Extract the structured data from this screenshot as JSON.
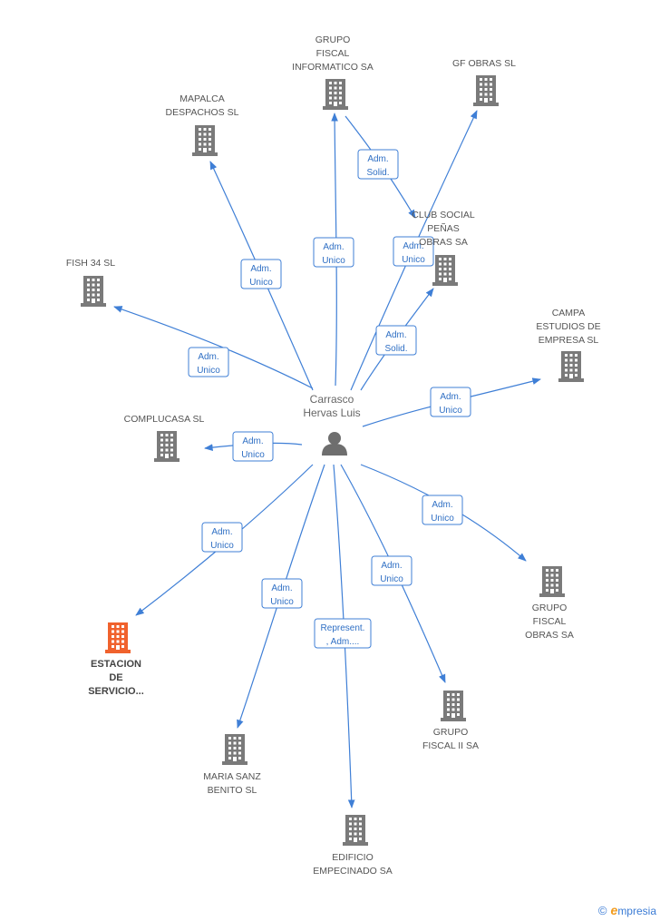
{
  "colors": {
    "edge": "#3f7fd6",
    "company": "#7a7a7a",
    "highlight": "#f0622d",
    "person": "#6e6e6e"
  },
  "center": {
    "label": [
      "Carrasco",
      "Hervas Luis"
    ],
    "icon": "person-icon"
  },
  "nodes": [
    {
      "id": "grupo-fiscal-informatico",
      "label": [
        "GRUPO",
        "FISCAL",
        "INFORMATICO SA"
      ],
      "icon": "building-icon"
    },
    {
      "id": "gf-obras",
      "label": [
        "GF OBRAS  SL"
      ],
      "icon": "building-icon"
    },
    {
      "id": "mapalca",
      "label": [
        "MAPALCA",
        "DESPACHOS SL"
      ],
      "icon": "building-icon"
    },
    {
      "id": "club-social",
      "label": [
        "CLUB SOCIAL",
        "PEÑAS",
        "OBRAS SA"
      ],
      "icon": "building-icon"
    },
    {
      "id": "fish-34",
      "label": [
        "FISH 34 SL"
      ],
      "icon": "building-icon"
    },
    {
      "id": "campa",
      "label": [
        "CAMPA",
        "ESTUDIOS DE",
        "EMPRESA SL"
      ],
      "icon": "building-icon"
    },
    {
      "id": "complucasa",
      "label": [
        "COMPLUCASA SL"
      ],
      "icon": "building-icon"
    },
    {
      "id": "estacion",
      "label": [
        "ESTACION",
        "DE",
        "SERVICIO..."
      ],
      "icon": "building-icon",
      "highlight": true
    },
    {
      "id": "grupo-fiscal-obras",
      "label": [
        "GRUPO",
        "FISCAL",
        "OBRAS SA"
      ],
      "icon": "building-icon"
    },
    {
      "id": "maria-sanz",
      "label": [
        "MARIA SANZ",
        "BENITO SL"
      ],
      "icon": "building-icon"
    },
    {
      "id": "grupo-fiscal-ii",
      "label": [
        "GRUPO",
        "FISCAL II SA"
      ],
      "icon": "building-icon"
    },
    {
      "id": "edificio",
      "label": [
        "EDIFICIO",
        "EMPECINADO SA"
      ],
      "icon": "building-icon"
    }
  ],
  "edges": [
    {
      "from": "center",
      "to": "grupo-fiscal-informatico",
      "label": [
        "Adm.",
        "Unico"
      ]
    },
    {
      "from": "grupo-fiscal-informatico",
      "to": "club-social",
      "label": [
        "Adm.",
        "Solid."
      ]
    },
    {
      "from": "center",
      "to": "gf-obras",
      "label": [
        "Adm.",
        "Unico"
      ]
    },
    {
      "from": "center",
      "to": "mapalca",
      "label": [
        "Adm.",
        "Unico"
      ]
    },
    {
      "from": "center",
      "to": "club-social",
      "label": [
        "Adm.",
        "Solid."
      ]
    },
    {
      "from": "center",
      "to": "fish-34",
      "label": [
        "Adm.",
        "Unico"
      ]
    },
    {
      "from": "center",
      "to": "campa",
      "label": [
        "Adm.",
        "Unico"
      ]
    },
    {
      "from": "center",
      "to": "complucasa",
      "label": [
        "Adm.",
        "Unico"
      ]
    },
    {
      "from": "center",
      "to": "estacion",
      "label": [
        "Adm.",
        "Unico"
      ]
    },
    {
      "from": "center",
      "to": "grupo-fiscal-obras",
      "label": [
        "Adm.",
        "Unico"
      ]
    },
    {
      "from": "center",
      "to": "maria-sanz",
      "label": [
        "Adm.",
        "Unico"
      ]
    },
    {
      "from": "center",
      "to": "grupo-fiscal-ii",
      "label": [
        "Adm.",
        "Unico"
      ]
    },
    {
      "from": "center",
      "to": "edificio",
      "label": [
        "Represent.",
        ", Adm...."
      ]
    }
  ],
  "brand": {
    "copyright": "©",
    "initial": "e",
    "name": "mpresia"
  }
}
